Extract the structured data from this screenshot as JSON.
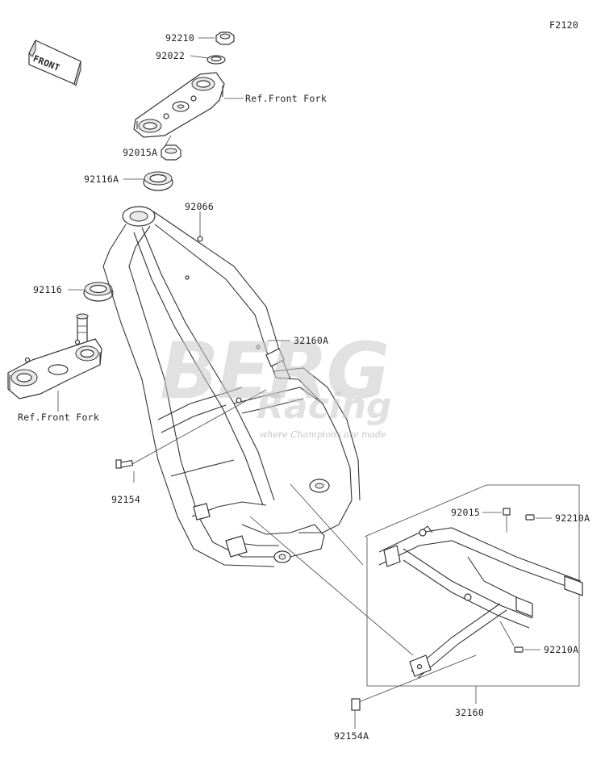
{
  "diagram_code": "F2120",
  "front_label": "FRONT",
  "watermark": {
    "brand_text": "BERG",
    "sub_text": "Racing",
    "tagline": "where Champions are made"
  },
  "parts": [
    {
      "id": "nut-top",
      "label": "92210"
    },
    {
      "id": "washer-top",
      "label": "92022"
    },
    {
      "id": "ref-front-fork-upper",
      "label": "Ref.Front Fork"
    },
    {
      "id": "nut-steering",
      "label": "92015A"
    },
    {
      "id": "bearing-upper",
      "label": "92116A"
    },
    {
      "id": "plug",
      "label": "92066"
    },
    {
      "id": "bearing-lower",
      "label": "92116"
    },
    {
      "id": "frame",
      "label": "32160A"
    },
    {
      "id": "ref-front-fork-lower",
      "label": "Ref.Front Fork"
    },
    {
      "id": "bolt-left",
      "label": "92154"
    },
    {
      "id": "nut-subframe",
      "label": "92015"
    },
    {
      "id": "bolt-subframe-top",
      "label": "92210A"
    },
    {
      "id": "bolt-subframe-bottom",
      "label": "92210A"
    },
    {
      "id": "subframe",
      "label": "32160"
    },
    {
      "id": "bolt-bottom",
      "label": "92154A"
    }
  ]
}
